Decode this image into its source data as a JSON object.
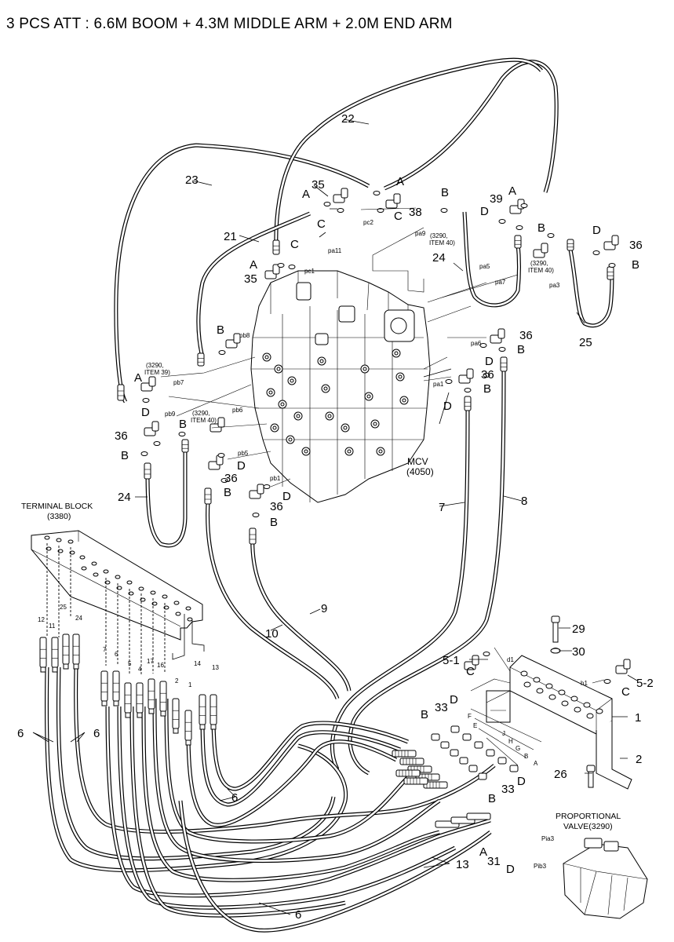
{
  "title": "3 PCS ATT : 6.6M BOOM + 4.3M MIDDLE ARM + 2.0M END ARM",
  "components": {
    "mcv": [
      "MCV",
      "(4050)"
    ],
    "terminal_block": [
      "TERMINAL BLOCK",
      "(3380)"
    ],
    "proportional_valve": [
      "PROPORTIONAL",
      "VALVE(3290)"
    ],
    "item39": [
      "(3290,",
      "ITEM 39)"
    ],
    "item40": [
      "(3290,",
      "ITEM 40)"
    ]
  },
  "callouts": [
    {
      "id": "c22",
      "text": "22"
    },
    {
      "id": "c23",
      "text": "23"
    },
    {
      "id": "c21",
      "text": "21"
    },
    {
      "id": "c35a",
      "text": "35"
    },
    {
      "id": "c35b",
      "text": "35"
    },
    {
      "id": "c38",
      "text": "38"
    },
    {
      "id": "c39",
      "text": "39"
    },
    {
      "id": "c24a",
      "text": "24"
    },
    {
      "id": "c24b",
      "text": "24"
    },
    {
      "id": "c36a",
      "text": "36"
    },
    {
      "id": "c36b",
      "text": "36"
    },
    {
      "id": "c36c",
      "text": "36"
    },
    {
      "id": "c36d",
      "text": "36"
    },
    {
      "id": "c36e",
      "text": "36"
    },
    {
      "id": "c36f",
      "text": "36"
    },
    {
      "id": "c25",
      "text": "25"
    },
    {
      "id": "c7",
      "text": "7"
    },
    {
      "id": "c8",
      "text": "8"
    },
    {
      "id": "c9",
      "text": "9"
    },
    {
      "id": "c10",
      "text": "10"
    },
    {
      "id": "c29",
      "text": "29"
    },
    {
      "id": "c30",
      "text": "30"
    },
    {
      "id": "c51",
      "text": "5-1"
    },
    {
      "id": "c52",
      "text": "5-2"
    },
    {
      "id": "c1",
      "text": "1"
    },
    {
      "id": "c2",
      "text": "2"
    },
    {
      "id": "c26",
      "text": "26"
    },
    {
      "id": "c33a",
      "text": "33"
    },
    {
      "id": "c33b",
      "text": "33"
    },
    {
      "id": "c31",
      "text": "31"
    },
    {
      "id": "c13",
      "text": "13"
    },
    {
      "id": "c6a",
      "text": "6"
    },
    {
      "id": "c6b",
      "text": "6"
    },
    {
      "id": "c6c",
      "text": "6"
    },
    {
      "id": "c6d",
      "text": "6"
    }
  ],
  "letters": {
    "A": "A",
    "B": "B",
    "C": "C",
    "D": "D"
  },
  "port_labels": [
    "pc2",
    "pa9",
    "pa11",
    "pc1",
    "pa5",
    "pa7",
    "pa3",
    "pb8",
    "pb7",
    "pb9",
    "pb6",
    "pb5",
    "pb1",
    "pa6",
    "pa1",
    "d1",
    "h1",
    "Pia3",
    "Pib3"
  ],
  "valve_letters": [
    "F",
    "E",
    "J",
    "H",
    "G",
    "B",
    "A"
  ],
  "tb_tags": [
    "12",
    "11",
    "25",
    "24",
    "7",
    "6",
    "5",
    "4",
    "17",
    "16",
    "2",
    "1",
    "14",
    "13"
  ]
}
